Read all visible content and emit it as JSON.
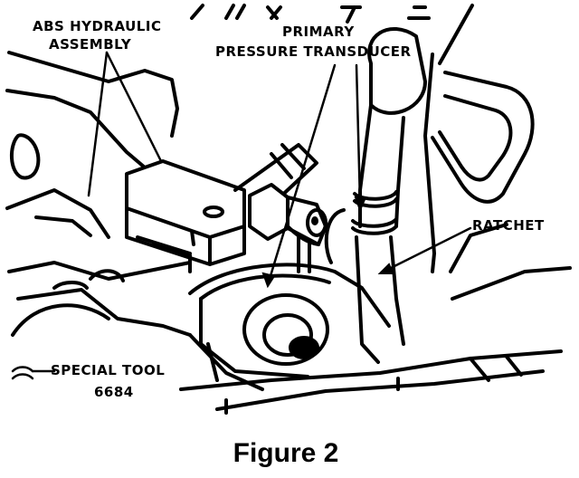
{
  "labels": {
    "abs_line1": "ABS HYDRAULIC",
    "abs_line2": "ASSEMBLY",
    "primary_line1": "PRIMARY",
    "primary_line2": "PRESSURE TRANSDUCER",
    "ratchet": "RATCHET",
    "special_tool_line1": "SPECIAL TOOL",
    "special_tool_line2": "6684"
  },
  "caption": "Figure 2"
}
